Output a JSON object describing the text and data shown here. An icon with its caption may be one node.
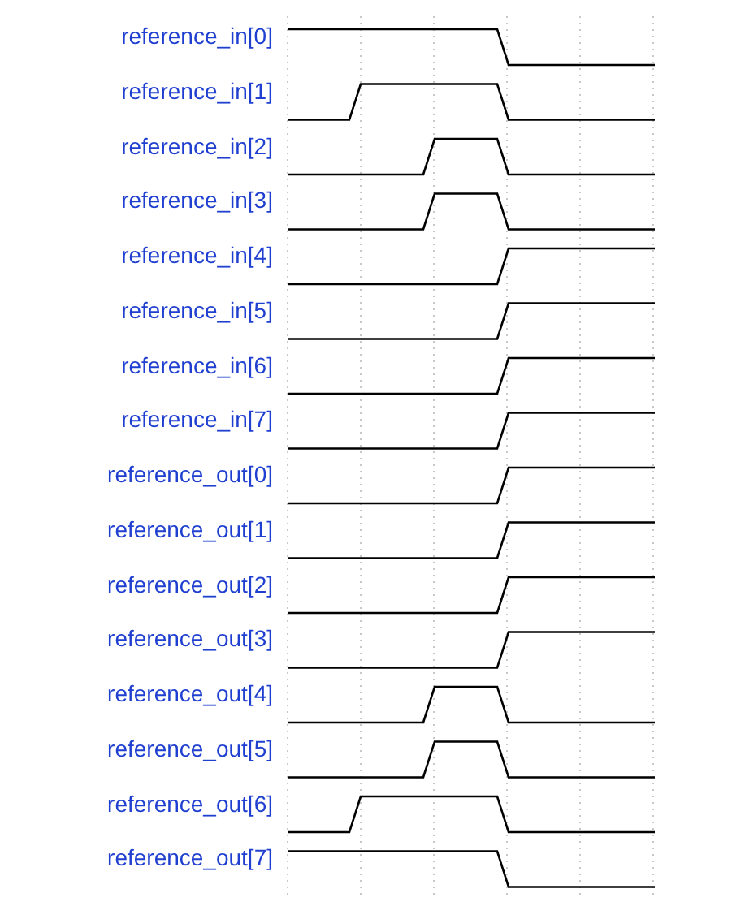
{
  "diagram": {
    "labels": [
      "reference_in[0]",
      "reference_in[1]",
      "reference_in[2]",
      "reference_in[3]",
      "reference_in[4]",
      "reference_in[5]",
      "reference_in[6]",
      "reference_in[7]",
      "reference_out[0]",
      "reference_out[1]",
      "reference_out[2]",
      "reference_out[3]",
      "reference_out[4]",
      "reference_out[5]",
      "reference_out[6]",
      "reference_out[7]"
    ]
  }
}
